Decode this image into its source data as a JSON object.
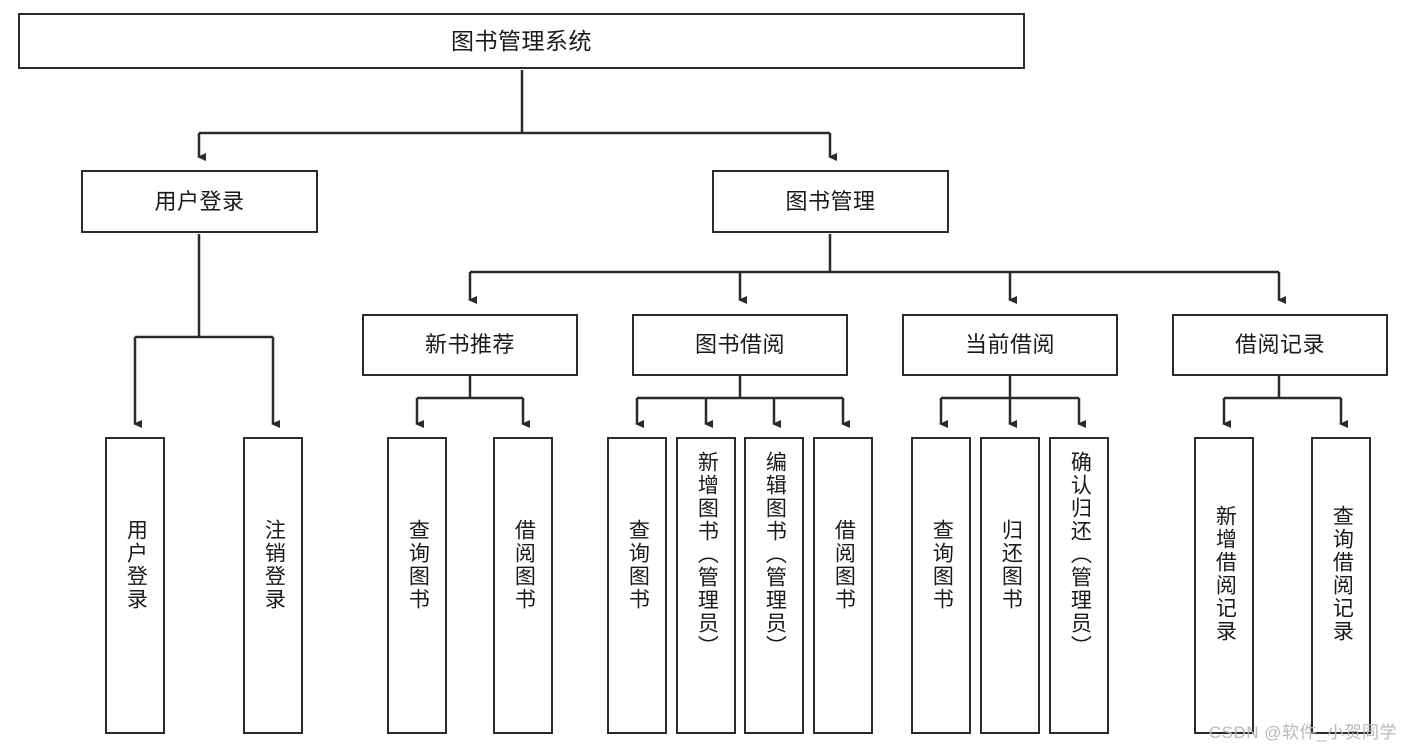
{
  "diagram": {
    "title": "图书管理系统",
    "type": "tree-hierarchy-chart",
    "colors": {
      "box_border": "#2b2b2b",
      "box_fill": "#ffffff",
      "connector": "#2b2b2b",
      "text": "#1a1a1a",
      "watermark": "#b9b9b9"
    },
    "root": {
      "label": "图书管理系统"
    },
    "level2": [
      {
        "label": "用户登录"
      },
      {
        "label": "图书管理"
      }
    ],
    "level3": [
      {
        "label": "新书推荐"
      },
      {
        "label": "图书借阅"
      },
      {
        "label": "当前借阅"
      },
      {
        "label": "借阅记录"
      }
    ],
    "leaves": {
      "user_login": [
        {
          "label": "用户登录"
        },
        {
          "label": "注销登录"
        }
      ],
      "new_book_recommend": [
        {
          "label": "查询图书"
        },
        {
          "label": "借阅图书"
        }
      ],
      "book_borrow": [
        {
          "label": "查询图书"
        },
        {
          "label": "新增图书（管理员）"
        },
        {
          "label": "编辑图书（管理员）"
        },
        {
          "label": "借阅图书"
        }
      ],
      "current_borrow": [
        {
          "label": "查询图书"
        },
        {
          "label": "归还图书"
        },
        {
          "label": "确认归还（管理员）"
        }
      ],
      "borrow_record": [
        {
          "label": "新增借阅记录"
        },
        {
          "label": "查询借阅记录"
        }
      ]
    }
  },
  "watermark": {
    "text": "CSDN @软件_小贺同学"
  }
}
